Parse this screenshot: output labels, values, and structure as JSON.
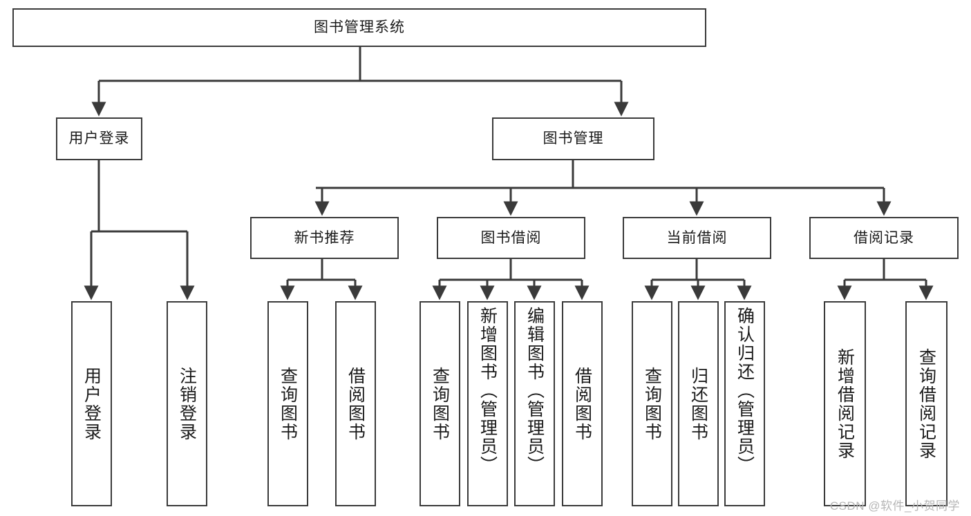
{
  "diagram": {
    "type": "tree-hierarchy-chart",
    "title": "图书管理系统",
    "root": {
      "label": "图书管理系统"
    },
    "level2": [
      {
        "label": "用户登录"
      },
      {
        "label": "图书管理"
      }
    ],
    "level3": [
      {
        "label": "新书推荐"
      },
      {
        "label": "图书借阅"
      },
      {
        "label": "当前借阅"
      },
      {
        "label": "借阅记录"
      }
    ],
    "leaves": {
      "user_login": [
        {
          "label": "用户登录"
        },
        {
          "label": "注销登录"
        }
      ],
      "new_book_recommend": [
        {
          "label": "查询图书"
        },
        {
          "label": "借阅图书"
        }
      ],
      "book_borrow": [
        {
          "label": "查询图书"
        },
        {
          "label": "新增图书（管理员）"
        },
        {
          "label": "编辑图书（管理员）"
        },
        {
          "label": "借阅图书"
        }
      ],
      "current_borrow": [
        {
          "label": "查询图书"
        },
        {
          "label": "归还图书"
        },
        {
          "label": "确认归还（管理员）"
        }
      ],
      "borrow_record": [
        {
          "label": "新增借阅记录"
        },
        {
          "label": "查询借阅记录"
        }
      ]
    }
  },
  "watermark": {
    "text": "CSDN @软件_小贺同学"
  },
  "colors": {
    "box_border": "#3a3a3a",
    "box_fill": "#ffffff",
    "text": "#1a1a1a",
    "connector": "#3a3a3a",
    "watermark": "#b6b6b6",
    "background": "#ffffff"
  }
}
